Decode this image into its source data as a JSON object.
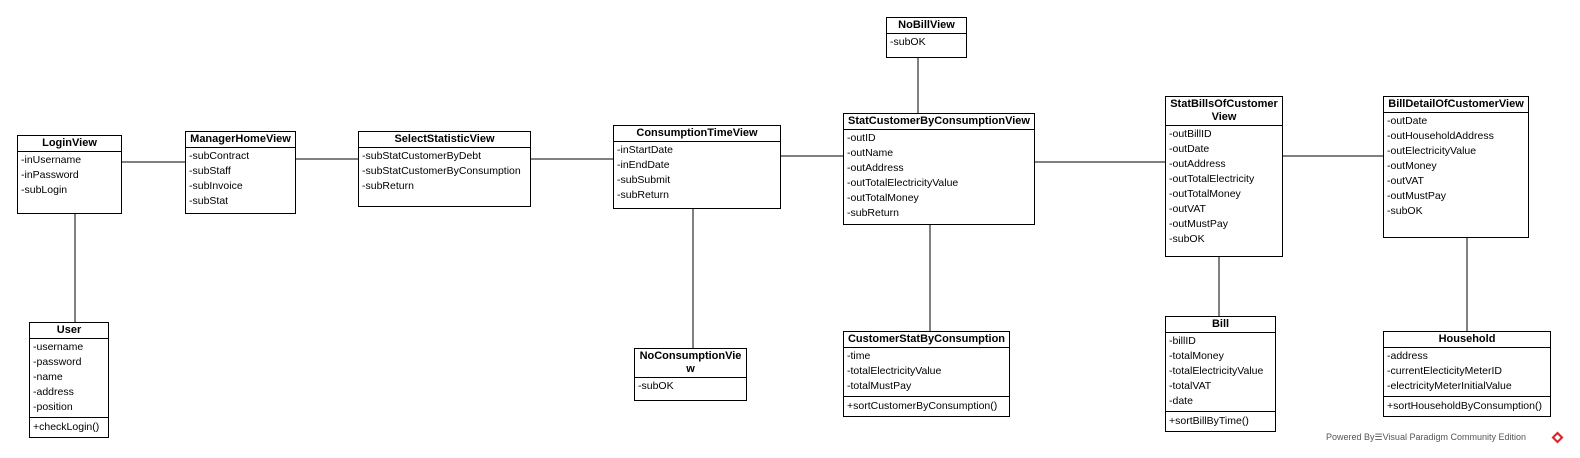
{
  "classes": [
    {
      "name": "LoginView",
      "attributes": [
        "-inUsername",
        "-inPassword",
        "-subLogin"
      ],
      "operations": []
    },
    {
      "name": "ManagerHomeView",
      "attributes": [
        "-subContract",
        "-subStaff",
        "-subInvoice",
        "-subStat"
      ],
      "operations": []
    },
    {
      "name": "SelectStatisticView",
      "attributes": [
        "-subStatCustomerByDebt",
        "-subStatCustomerByConsumption",
        "-subReturn"
      ],
      "operations": []
    },
    {
      "name": "ConsumptionTimeView",
      "attributes": [
        "-inStartDate",
        "-inEndDate",
        "-subSubmit",
        "-subReturn"
      ],
      "operations": []
    },
    {
      "name": "NoBillView",
      "attributes": [
        "-subOK"
      ],
      "operations": []
    },
    {
      "name": "StatCustomerByConsumptionView",
      "attributes": [
        "-outID",
        "-outName",
        "-outAddress",
        "-outTotalElectricityValue",
        "-outTotalMoney",
        "-subReturn"
      ],
      "operations": []
    },
    {
      "name": "StatBillsOfCustomerView",
      "attributes": [
        "-outBillID",
        "-outDate",
        "-outAddress",
        "-outTotalElectricity",
        "-outTotalMoney",
        "-outVAT",
        "-outMustPay",
        "-subOK"
      ],
      "operations": []
    },
    {
      "name": "BillDetailOfCustomerView",
      "attributes": [
        "-outDate",
        "-outHouseholdAddress",
        "-outElectricityValue",
        "-outMoney",
        "-outVAT",
        "-outMustPay",
        "-subOK"
      ],
      "operations": []
    },
    {
      "name": "User",
      "attributes": [
        "-username",
        "-password",
        "-name",
        "-address",
        "-position"
      ],
      "operations": [
        "+checkLogin()"
      ]
    },
    {
      "name": "NoConsumptionView",
      "attributes": [
        "-subOK"
      ],
      "operations": []
    },
    {
      "name": "CustomerStatByConsumption",
      "attributes": [
        "-time",
        "-totalElectricityValue",
        "-totalMustPay"
      ],
      "operations": [
        "+sortCustomerByConsumption()"
      ]
    },
    {
      "name": "Bill",
      "attributes": [
        "-billID",
        "-totalMoney",
        "-totalElectricityValue",
        "-totalVAT",
        "-date"
      ],
      "operations": [
        "+sortBillByTime()"
      ]
    },
    {
      "name": "Household",
      "attributes": [
        "-address",
        "-currentElecticityMeterID",
        "-electricityMeterInitialValue"
      ],
      "operations": [
        "+sortHouseholdByConsumption()"
      ]
    }
  ],
  "footer": {
    "text": "Powered By☰Visual Paradigm Community Edition",
    "logo_color": "#d7262e"
  },
  "colors": {
    "line": "#000000",
    "box_fill": "#ffffff"
  }
}
